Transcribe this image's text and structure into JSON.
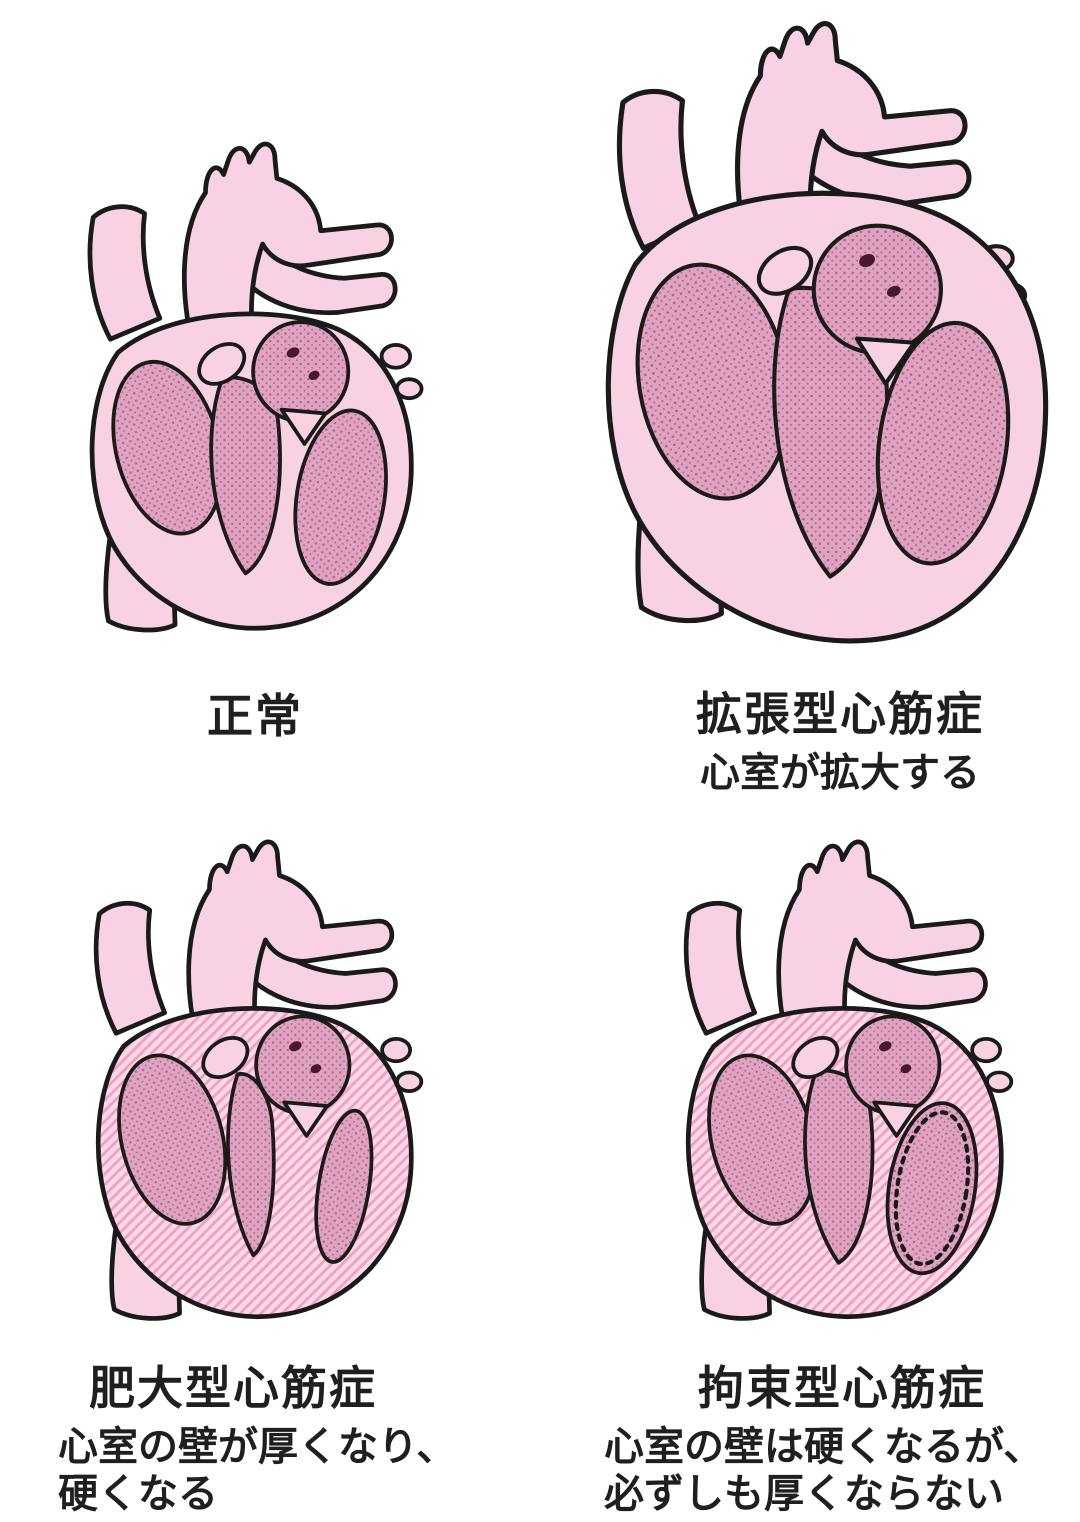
{
  "figure": {
    "description": "four-heart cardiomyopathy comparison diagram"
  },
  "panels": [
    {
      "id": "normal",
      "title": "正常",
      "captions": []
    },
    {
      "id": "dilated",
      "title": "拡張型心筋症",
      "captions": [
        "心室が拡大する"
      ]
    },
    {
      "id": "hypertrophic",
      "title": "肥大型心筋症",
      "captions": [
        "心室の壁が厚くなり、",
        "硬くなる"
      ]
    },
    {
      "id": "restrictive",
      "title": "拘束型心筋症",
      "captions": [
        "心室の壁は硬くなるが、",
        "必ずしも厚くならない"
      ]
    }
  ],
  "colors": {
    "background": "#ffffff",
    "outline": "#1a1a1a",
    "wall": "#f8d2e2",
    "chamber": "#dfa3c1",
    "stipple": "#6b2040",
    "hatch_base": "#fbd9e6",
    "hatch_stripe": "#f49fc2",
    "vein_dot": "#471830",
    "text": "#1f1f1f"
  }
}
